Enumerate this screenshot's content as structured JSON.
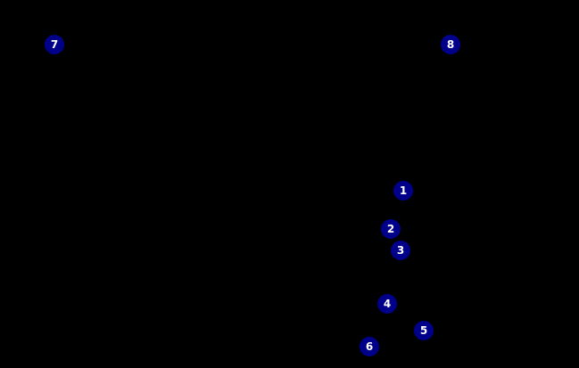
{
  "screen": {
    "background_color": "#000000"
  },
  "marker_style": {
    "fill_color": "#00008b",
    "text_color": "#ffffff"
  },
  "markers": [
    {
      "label": "7"
    },
    {
      "label": "8"
    },
    {
      "label": "1"
    },
    {
      "label": "2"
    },
    {
      "label": "3"
    },
    {
      "label": "4"
    },
    {
      "label": "5"
    },
    {
      "label": "6"
    }
  ]
}
